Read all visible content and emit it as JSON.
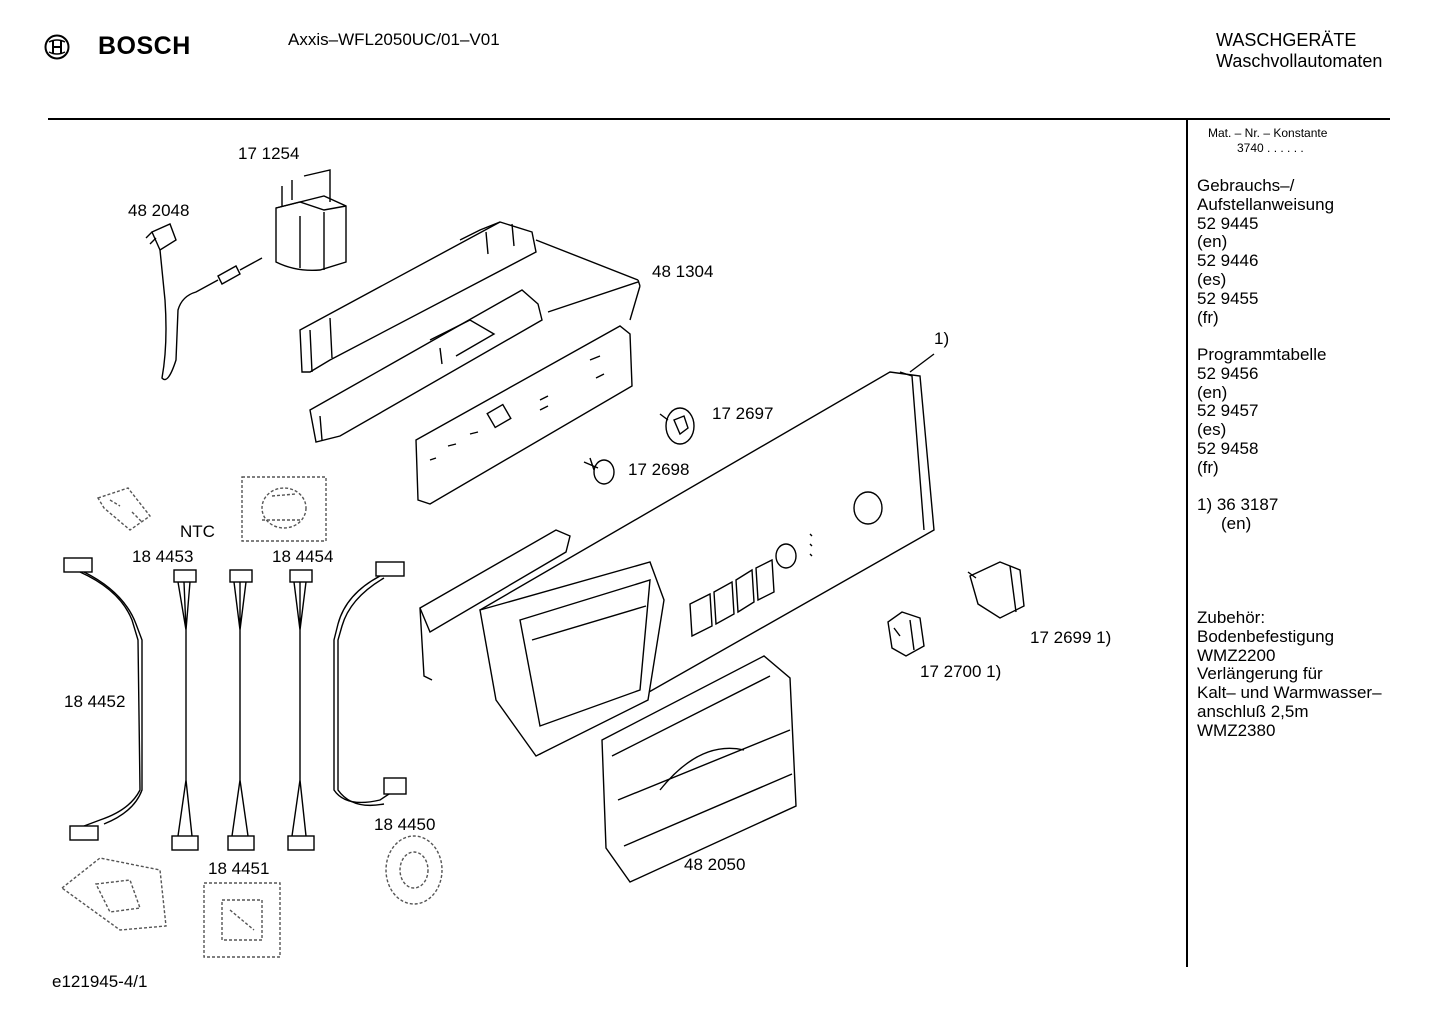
{
  "header": {
    "brand": "BOSCH",
    "model": "Axxis–WFL2050UC/01–V01",
    "category_line1": "WASCHGERÄTE",
    "category_line2": "Waschvollautomaten"
  },
  "sidebar": {
    "mat_nr_label": "Mat. – Nr. – Konstante",
    "mat_nr_value": "3740  .  .   .  .  .  .",
    "manual_title": "Gebrauchs–/ Aufstellanweisung",
    "manual_entries": [
      "52 9445",
      "(en)",
      "52 9446",
      "(es)",
      "52 9455",
      "(fr)"
    ],
    "program_title": "Programmtabelle",
    "program_entries": [
      "52 9456",
      "(en)",
      "52 9457",
      "(es)",
      "52 9458",
      "(fr)"
    ],
    "note_line1": "1)  36 3187",
    "note_line2": "(en)",
    "accessory_title": "Zubehör:",
    "accessory_entries": [
      "Bodenbefestigung",
      "WMZ2200",
      "Verlängerung für",
      "Kalt– und Warmwasser–",
      "anschluß 2,5m",
      "WMZ2380"
    ]
  },
  "parts": {
    "p171254": "17 1254",
    "p482048": "48 2048",
    "p481304": "48 1304",
    "ref1": "1)",
    "p172697": "17 2697",
    "p172698": "17 2698",
    "ntc": "NTC",
    "p184453": "18 4453",
    "p184454": "18 4454",
    "p184452": "18 4452",
    "p184450": "18 4450",
    "p184451": "18 4451",
    "p482050": "48 2050",
    "p172700": "17 2700 1)",
    "p172699": "17 2699 1)"
  },
  "footer": {
    "doc_id": "e121945-4/1"
  }
}
